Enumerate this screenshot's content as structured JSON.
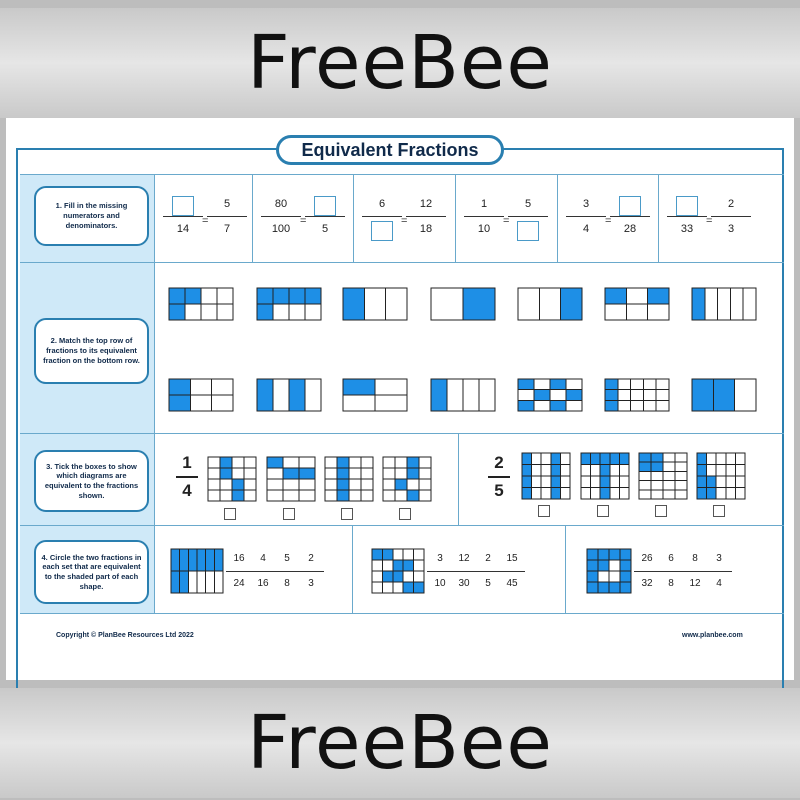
{
  "banner": {
    "top": "FreeBee",
    "bottom": "FreeBee"
  },
  "title": "Equivalent Fractions",
  "colors": {
    "blue_fill": "#1e8fe6",
    "frame": "#2a7fb0",
    "label_column": "#cfe9f8"
  },
  "section1": {
    "instruction": "1. Fill in the missing numerators and denominators.",
    "items": [
      {
        "left": {
          "num": "",
          "den": "14"
        },
        "right": {
          "num": "5",
          "den": "7"
        }
      },
      {
        "left": {
          "num": "80",
          "den": "100"
        },
        "right": {
          "num": "",
          "den": "5"
        }
      },
      {
        "left": {
          "num": "6",
          "den": ""
        },
        "right": {
          "num": "12",
          "den": "18"
        }
      },
      {
        "left": {
          "num": "1",
          "den": "10"
        },
        "right": {
          "num": "5",
          "den": ""
        }
      },
      {
        "left": {
          "num": "3",
          "den": "4"
        },
        "right": {
          "num": "",
          "den": "28"
        }
      },
      {
        "left": {
          "num": "",
          "den": "33"
        },
        "right": {
          "num": "2",
          "den": "3"
        }
      }
    ]
  },
  "section2": {
    "instruction": "2. Match the top row of fractions to its equivalent fraction on the bottom row.",
    "top": [
      {
        "rows": 2,
        "cols": 4,
        "filled": [
          0,
          1,
          4
        ]
      },
      {
        "rows": 2,
        "cols": 4,
        "filled": [
          0,
          1,
          2,
          3,
          4
        ]
      },
      {
        "rows": 1,
        "cols": 3,
        "filled": [
          0
        ]
      },
      {
        "rows": 1,
        "cols": 2,
        "filled": [
          1
        ]
      },
      {
        "rows": 1,
        "cols": 3,
        "filled": [
          2
        ]
      },
      {
        "rows": 2,
        "cols": 3,
        "filled": [
          0,
          2
        ]
      },
      {
        "rows": 1,
        "cols": 5,
        "filled": [
          0
        ]
      }
    ],
    "bottom": [
      {
        "rows": 2,
        "cols": 3,
        "filled": [
          0,
          3
        ]
      },
      {
        "rows": 1,
        "cols": 4,
        "filled": [
          0,
          2
        ]
      },
      {
        "rows": 2,
        "cols": 2,
        "filled": [
          0
        ]
      },
      {
        "rows": 1,
        "cols": 4,
        "filled": [
          0
        ]
      },
      {
        "rows": 3,
        "cols": 4,
        "filled": [
          0,
          2,
          5,
          7,
          8,
          10
        ]
      },
      {
        "rows": 3,
        "cols": 5,
        "filled": [
          0,
          5,
          10
        ]
      },
      {
        "rows": 1,
        "cols": 3,
        "filled": [
          0,
          1
        ]
      }
    ]
  },
  "section3": {
    "instruction": "3. Tick the boxes to show which diagrams are equivalent to the fractions shown.",
    "groupA": {
      "num": "1",
      "den": "4",
      "grids": [
        {
          "rows": 4,
          "cols": 4,
          "filled": [
            1,
            5,
            10,
            14
          ]
        },
        {
          "rows": 4,
          "cols": 3,
          "filled": [
            0,
            4,
            5
          ]
        },
        {
          "rows": 4,
          "cols": 4,
          "filled": [
            1,
            5,
            9,
            13
          ]
        },
        {
          "rows": 4,
          "cols": 4,
          "filled": [
            2,
            6,
            9,
            14
          ]
        }
      ]
    },
    "groupB": {
      "num": "2",
      "den": "5",
      "grids": [
        {
          "rows": 4,
          "cols": 5,
          "filled": [
            0,
            5,
            10,
            15,
            3,
            8,
            13,
            18
          ]
        },
        {
          "rows": 4,
          "cols": 5,
          "filled": [
            0,
            1,
            2,
            3,
            4,
            7,
            12,
            17
          ]
        },
        {
          "rows": 5,
          "cols": 4,
          "filled": [
            0,
            1,
            4,
            5
          ]
        },
        {
          "rows": 4,
          "cols": 5,
          "filled": [
            0,
            5,
            11,
            16,
            10,
            15
          ]
        }
      ]
    }
  },
  "section4": {
    "instruction": "4. Circle the two fractions in each set that are equivalent to the shaded part of each shape.",
    "sets": [
      {
        "grid": {
          "rows": 2,
          "cols": 6,
          "filled": [
            0,
            1,
            2,
            3,
            4,
            5,
            6,
            7
          ]
        },
        "fractions": [
          {
            "num": "16",
            "den": "24"
          },
          {
            "num": "4",
            "den": "16"
          },
          {
            "num": "5",
            "den": "8"
          },
          {
            "num": "2",
            "den": "3"
          }
        ]
      },
      {
        "grid": {
          "rows": 4,
          "cols": 5,
          "filled": [
            0,
            1,
            7,
            8,
            11,
            12,
            18,
            19
          ]
        },
        "fractions": [
          {
            "num": "3",
            "den": "10"
          },
          {
            "num": "12",
            "den": "30"
          },
          {
            "num": "2",
            "den": "5"
          },
          {
            "num": "15",
            "den": "45"
          }
        ]
      },
      {
        "grid": {
          "rows": 4,
          "cols": 4,
          "filled": [
            0,
            1,
            2,
            3,
            4,
            7,
            8,
            11,
            12,
            13,
            14,
            15,
            5
          ]
        },
        "fractions": [
          {
            "num": "26",
            "den": "32"
          },
          {
            "num": "6",
            "den": "8"
          },
          {
            "num": "8",
            "den": "12"
          },
          {
            "num": "3",
            "den": "4"
          }
        ]
      }
    ]
  },
  "footer": {
    "copyright": "Copyright © PlanBee Resources Ltd 2022",
    "website": "www.planbee.com"
  }
}
